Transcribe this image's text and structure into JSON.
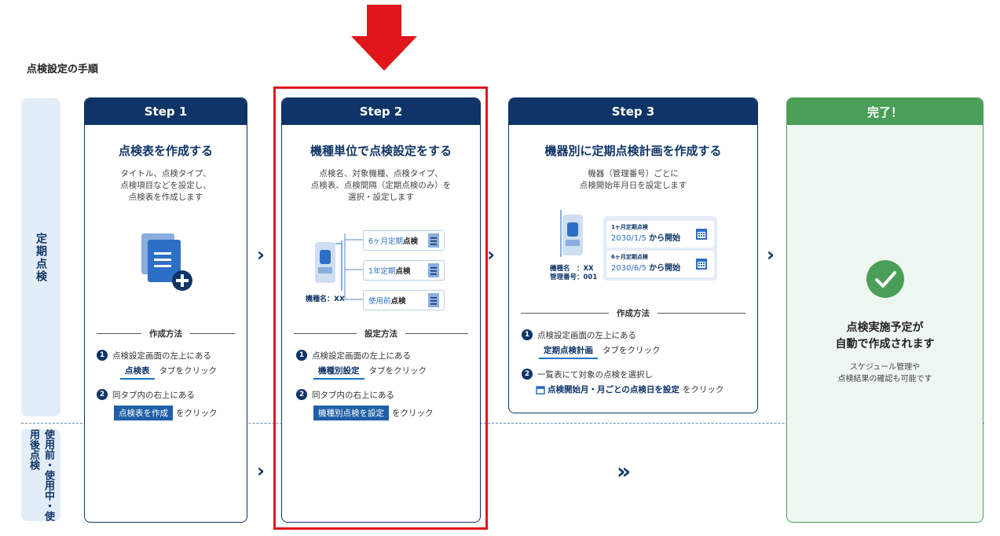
{
  "page_title": "点検設定の手順",
  "side": {
    "periodic": "定期点検",
    "usage": "使用前・使用中・使用後点検"
  },
  "step1": {
    "header": "Step 1",
    "title": "点検表を作成する",
    "desc": [
      "タイトル、点検タイプ、",
      "点検項目などを設定し、",
      "点検表を作成します"
    ],
    "method_title": "作成方法",
    "num1": "1",
    "line1": "点検設定画面の左上にある",
    "tab": "点検表",
    "tab_suffix": "タブをクリック",
    "num2": "2",
    "line2": "同タブ内の右上にある",
    "button": "点検表を作成",
    "button_suffix": "をクリック"
  },
  "step2": {
    "header": "Step 2",
    "title": "機種単位で点検設定をする",
    "desc": [
      "点検名、対象機種、点検タイプ、",
      "点検表、点検間隔（定期点検のみ）を",
      "選択・設定します"
    ],
    "items": [
      {
        "prefix": "6ヶ月定期",
        "suffix": "点検"
      },
      {
        "prefix": "1年定期",
        "suffix": "点検"
      },
      {
        "prefix": "使用前",
        "suffix": "点検"
      }
    ],
    "model_label": "機種名：XX",
    "method_title": "設定方法",
    "num1": "1",
    "line1": "点検設定画面の左上にある",
    "tab": "機種別設定",
    "tab_suffix": "タブをクリック",
    "num2": "2",
    "line2": "同タブ内の右上にある",
    "button": "機種別点検を設定",
    "button_suffix": "をクリック"
  },
  "step3": {
    "header": "Step 3",
    "title": "機器別に定期点検計画を作成する",
    "desc": [
      "機器（管理番号）ごとに",
      "点検開始年月日を設定します"
    ],
    "schedules": [
      {
        "label": "1ヶ月定期点検",
        "date": "2030/1/5",
        "suffix": "から開始"
      },
      {
        "label": "6ヶ月定期点検",
        "date": "2030/6/5",
        "suffix": "から開始"
      }
    ],
    "device_name": "機種名　：XX",
    "device_no": "管理番号：001",
    "method_title": "作成方法",
    "num1": "1",
    "line1": "点検設定画面の左上にある",
    "tab": "定期点検計画",
    "tab_suffix": "タブをクリック",
    "num2": "2",
    "line2": "一覧表にて対象の点検を選択し",
    "link": "点検開始月・月ごとの点検日を設定",
    "link_suffix": "をクリック"
  },
  "done": {
    "header": "完了！",
    "title": [
      "点検実施予定が",
      "自動で作成されます"
    ],
    "desc": [
      "スケジュール管理や",
      "点検結果の確認も可能です"
    ]
  },
  "arrows": {
    "single": "›",
    "double": "»"
  },
  "colors": {
    "navy": "#0f3467",
    "green": "#4a9e58",
    "red": "#e0161b",
    "light_blue": "#e3edf8"
  }
}
